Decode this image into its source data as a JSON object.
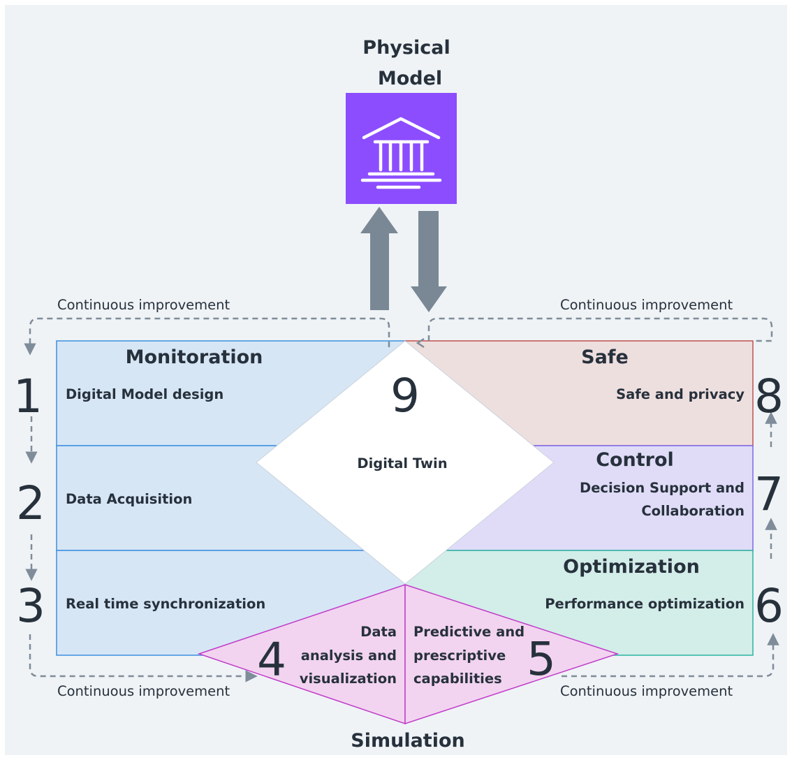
{
  "title": {
    "line1": "Physical",
    "line2": "Model"
  },
  "continuous_label": "Continuous improvement",
  "center_label": "Digital Twin",
  "bottom_label": "Simulation",
  "steps": {
    "s1": {
      "num": "1",
      "header": "Monitoration",
      "label": "Digital Model design"
    },
    "s2": {
      "num": "2",
      "label": "Data Acquisition"
    },
    "s3": {
      "num": "3",
      "label": "Real time synchronization"
    },
    "s4": {
      "num": "4",
      "lines": [
        "Data",
        "analysis and",
        "visualization"
      ]
    },
    "s5": {
      "num": "5",
      "lines": [
        "Predictive and",
        "prescriptive",
        "capabilities"
      ]
    },
    "s6": {
      "num": "6",
      "header": "Optimization",
      "label": "Performance optimization"
    },
    "s7": {
      "num": "7",
      "header": "Control",
      "lines": [
        "Decision Support and",
        "Collaboration"
      ]
    },
    "s8": {
      "num": "8",
      "header": "Safe",
      "label": "Safe and privacy"
    },
    "s9": {
      "num": "9"
    }
  },
  "colors": {
    "background": "#eff3f6",
    "monitor_fill": "#d6e6f5",
    "monitor_stroke": "#3d8fe0",
    "safe_fill": "#eedfdf",
    "safe_stroke": "#c0504d",
    "control_fill": "#e0dcf8",
    "control_stroke": "#7b68e8",
    "optim_fill": "#d3ede9",
    "optim_stroke": "#2bb3a1",
    "sim_fill": "#f2d4f0",
    "sim_stroke": "#c13cc9",
    "model_fill": "#8c4dff",
    "arrow_fill": "#7a8895",
    "dashed": "#7f8c99",
    "text": "#27313c"
  },
  "icons": {
    "model": "building-columns-icon"
  }
}
